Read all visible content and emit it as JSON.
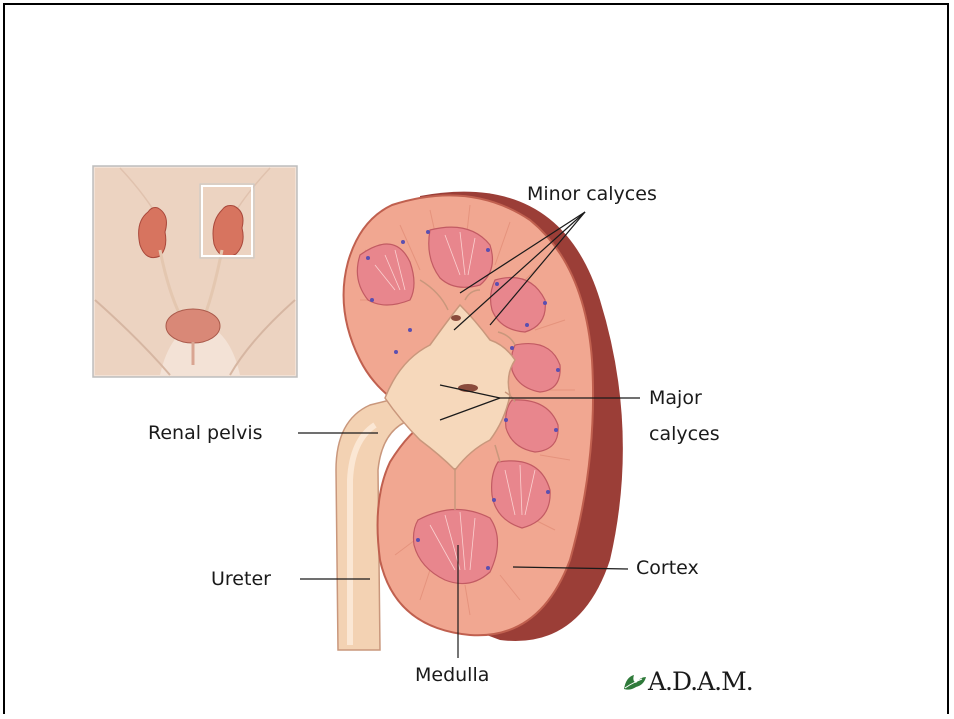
{
  "labels": {
    "minor_calyces": "Minor calyces",
    "major_calyces_line1": "Major",
    "major_calyces_line2": "calyces",
    "renal_pelvis": "Renal pelvis",
    "ureter": "Ureter",
    "cortex": "Cortex",
    "medulla": "Medulla"
  },
  "logo": {
    "text": "A.D.A.M.",
    "icon": "leaf-icon"
  },
  "colors": {
    "background": "#ffffff",
    "cortex": "#f2a992",
    "cortex_edge": "#c0604f",
    "outer_capsule": "#9a3d36",
    "pyramid": "#e98a90",
    "pelvis": "#f6d8bb",
    "vessel_dots": "#5b4fb0",
    "skin": "#efd6c4",
    "inset_border": "#bbbbbb"
  }
}
